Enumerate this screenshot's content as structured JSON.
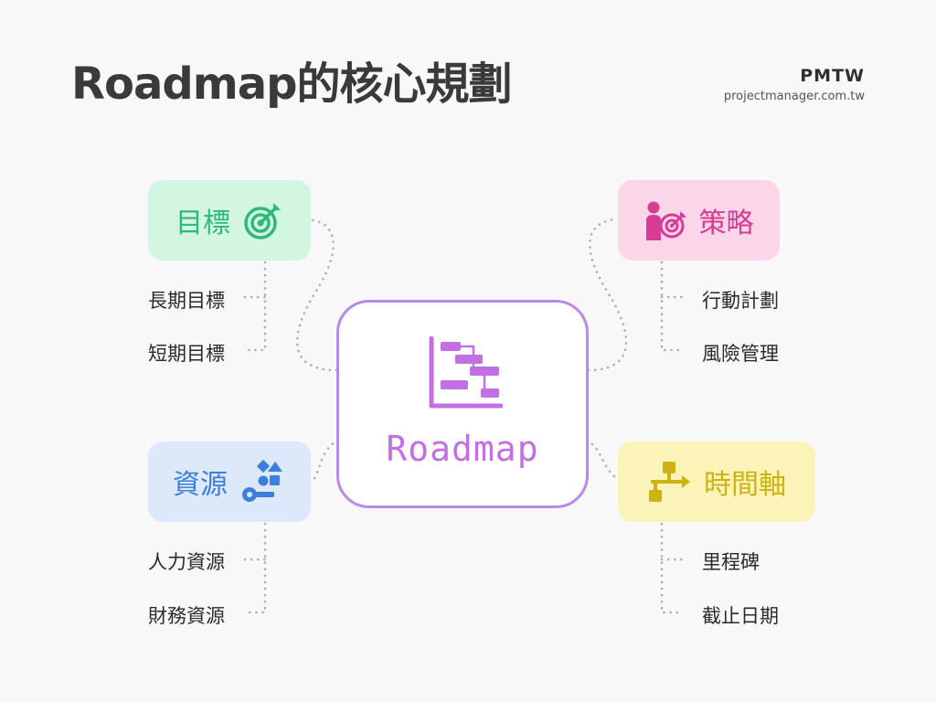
{
  "title": "Roadmap的核心規劃",
  "brand": {
    "name": "PMTW",
    "url": "projectmanager.com.tw"
  },
  "center": {
    "label": "Roadmap",
    "icon": "gantt-chart-icon"
  },
  "nodes": [
    {
      "id": "goal",
      "label": "目標",
      "icon": "target-icon",
      "color": "#2eb87a",
      "bg": "#d3f6e3",
      "children": [
        "長期目標",
        "短期目標"
      ]
    },
    {
      "id": "strategy",
      "label": "策略",
      "icon": "person-target-icon",
      "color": "#d63c95",
      "bg": "#fbd6e9",
      "children": [
        "行動計劃",
        "風險管理"
      ]
    },
    {
      "id": "resources",
      "label": "資源",
      "icon": "shapes-key-icon",
      "color": "#3c80dc",
      "bg": "#dde8fb",
      "children": [
        "人力資源",
        "財務資源"
      ]
    },
    {
      "id": "timeline",
      "label": "時間軸",
      "icon": "flow-chart-icon",
      "color": "#cdb211",
      "bg": "#fcf3b8",
      "children": [
        "里程碑",
        "截止日期"
      ]
    }
  ],
  "colors": {
    "center_border": "#b98ae6",
    "center_text": "#c26fe3",
    "connector": "#a9a9a9"
  }
}
